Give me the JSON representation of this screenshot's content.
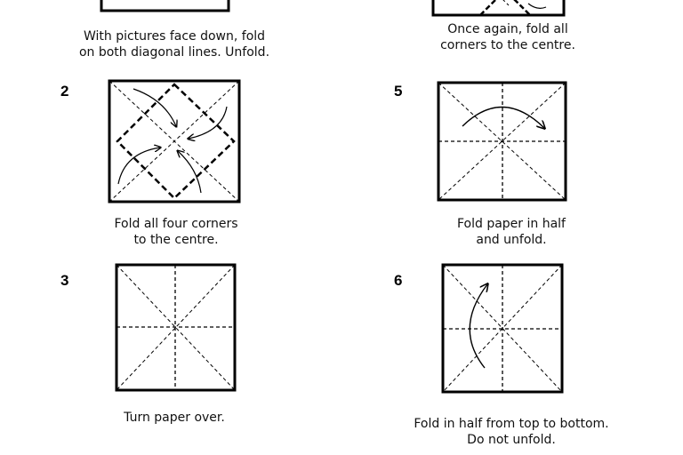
{
  "steps": [
    {
      "number": "",
      "caption_line1": "With pictures face down, fold",
      "caption_line2": "on both diagonal lines. Unfold."
    },
    {
      "number": "2",
      "caption_line1": "Fold all four corners",
      "caption_line2": "to the centre."
    },
    {
      "number": "3",
      "caption_line1": "Turn paper over.",
      "caption_line2": ""
    },
    {
      "number": "",
      "caption_line1": "Once again, fold all",
      "caption_line2": "corners to the centre."
    },
    {
      "number": "5",
      "caption_line1": "Fold paper in half",
      "caption_line2": "and unfold."
    },
    {
      "number": "6",
      "caption_line1": "Fold in half from top to bottom.",
      "caption_line2": "Do not unfold."
    }
  ],
  "colors": {
    "ink": "#000000",
    "background": "#ffffff"
  }
}
